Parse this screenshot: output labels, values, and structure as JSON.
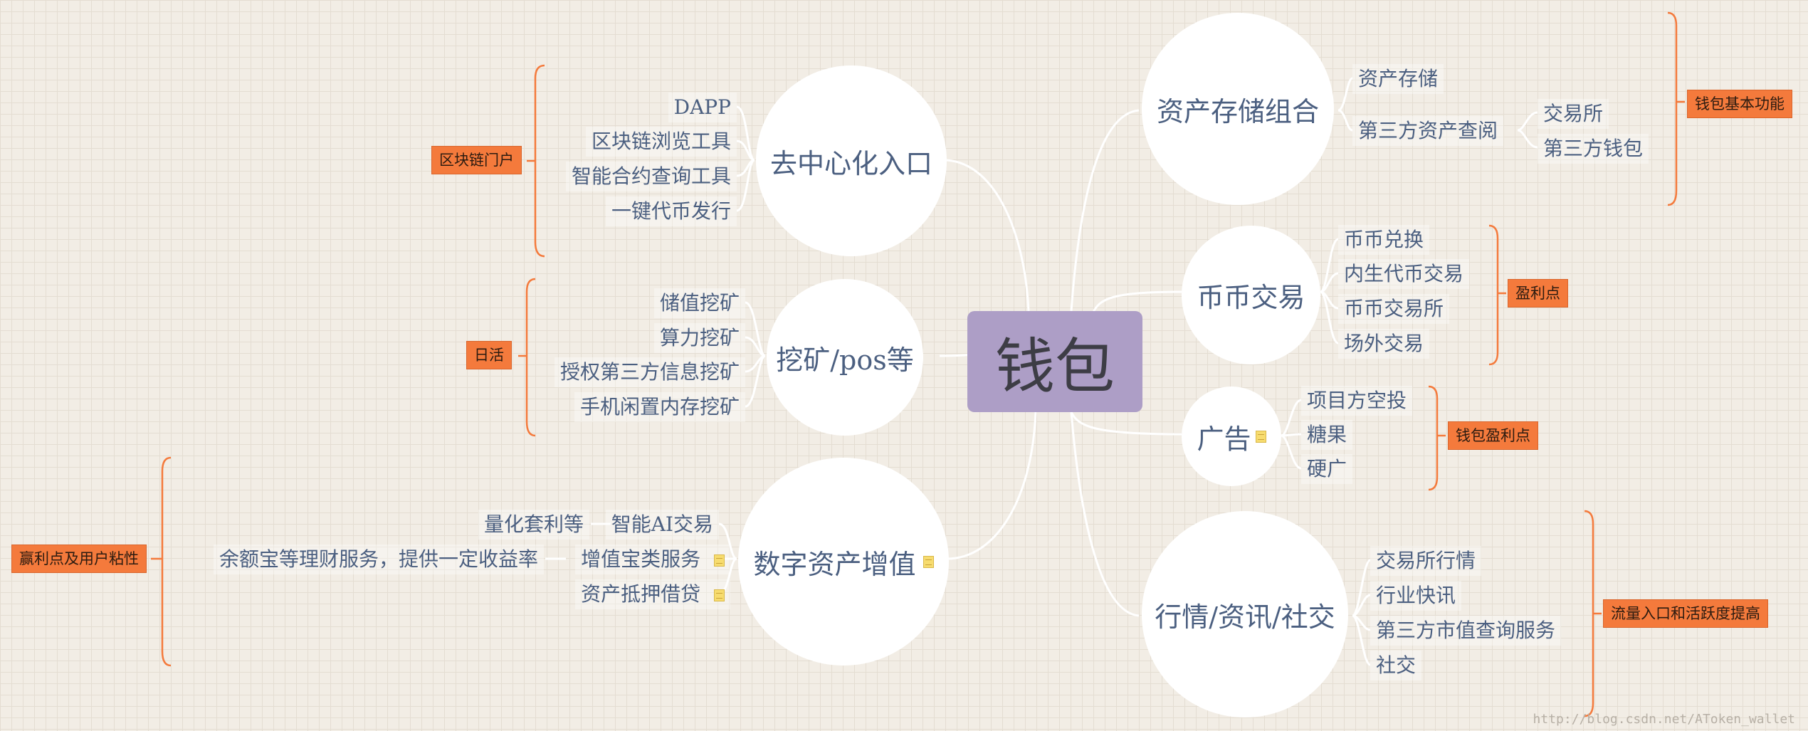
{
  "center": "钱包",
  "left": {
    "decentral": {
      "title": "去中心化入口",
      "items": [
        "DAPP",
        "区块链浏览工具",
        "智能合约查询工具",
        "一键代币发行"
      ],
      "label": "区块链门户"
    },
    "mining": {
      "title": "挖矿/pos等",
      "items": [
        "储值挖矿",
        "算力挖矿",
        "授权第三方信息挖矿",
        "手机闲置内存挖矿"
      ],
      "label": "日活"
    },
    "digital": {
      "title": "数字资产增值",
      "items": [
        "智能AI交易",
        "增值宝类服务",
        "资产抵押借贷"
      ],
      "sub_quant": "量化套利等",
      "sub_wealth": "余额宝等理财服务，提供一定收益率",
      "label": "赢利点及用户粘性"
    }
  },
  "right": {
    "asset": {
      "title": "资产存储组合",
      "items": [
        "资产存储",
        "第三方资产查阅"
      ],
      "sub": [
        "交易所",
        "第三方钱包"
      ],
      "label": "钱包基本功能"
    },
    "trade": {
      "title": "币币交易",
      "items": [
        "币币兑换",
        "内生代币交易",
        "币币交易所",
        "场外交易"
      ],
      "label": "盈利点"
    },
    "ads": {
      "title": "广告",
      "items": [
        "项目方空投",
        "糖果",
        "硬广"
      ],
      "label": "钱包盈利点"
    },
    "market": {
      "title": "行情/资讯/社交",
      "items": [
        "交易所行情",
        "行业快讯",
        "第三方市值查询服务",
        "社交"
      ],
      "label": "流量入口和活跃度提高"
    }
  },
  "watermark": "http://blog.csdn.net/AToken_wallet",
  "colors": {
    "center": "#ad9ec6",
    "label": "#f47a3c",
    "line": "#ffffff",
    "bracket": "#f47a3c",
    "text": "#4b5f80"
  },
  "icons": {
    "note": "note-icon"
  }
}
